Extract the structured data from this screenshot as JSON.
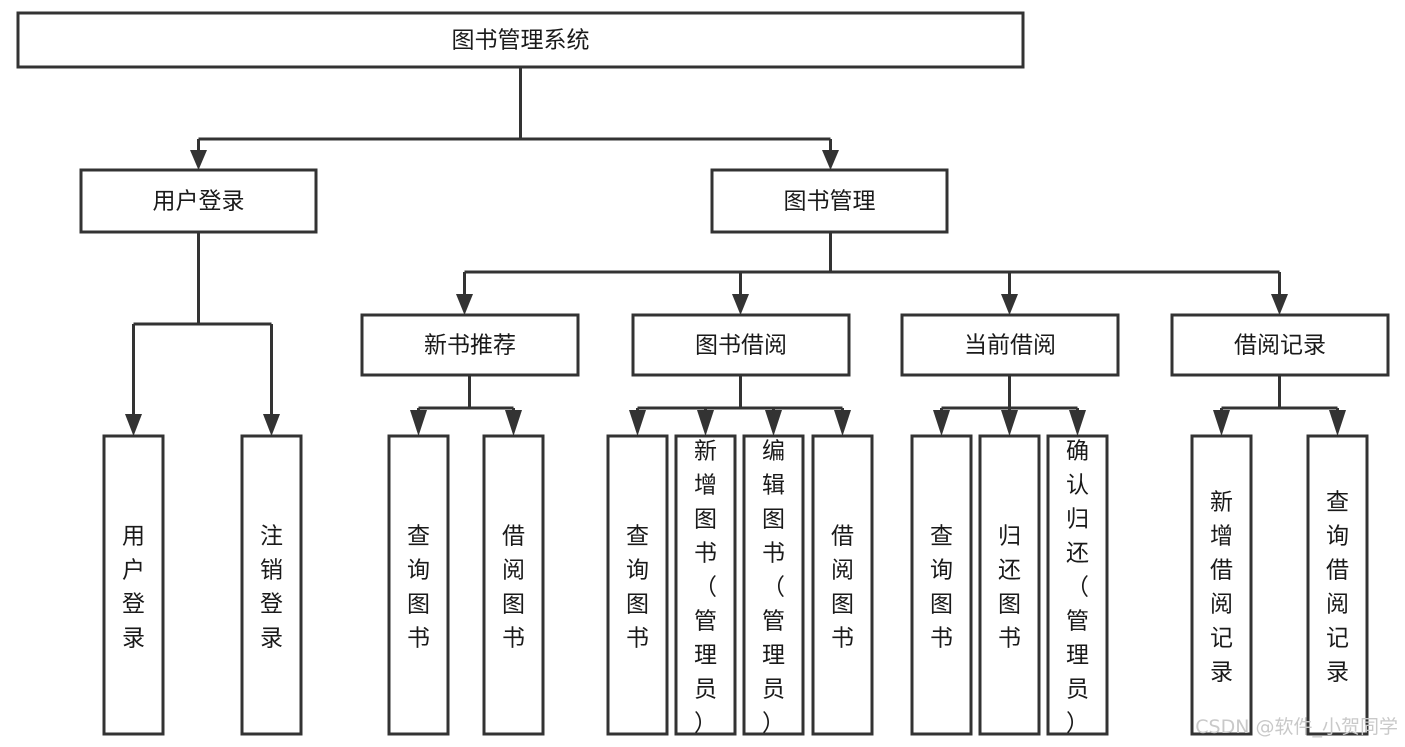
{
  "diagram": {
    "type": "tree",
    "title": "图书管理系统",
    "root": {
      "id": "root",
      "label": "图书管理系统",
      "orientation": "horizontal"
    },
    "level2": [
      {
        "id": "user-login",
        "label": "用户登录",
        "orientation": "horizontal"
      },
      {
        "id": "book-manage",
        "label": "图书管理",
        "orientation": "horizontal"
      }
    ],
    "level3": [
      {
        "id": "new-book-rec",
        "label": "新书推荐",
        "parent": "book-manage",
        "orientation": "horizontal"
      },
      {
        "id": "book-borrow",
        "label": "图书借阅",
        "parent": "book-manage",
        "orientation": "horizontal"
      },
      {
        "id": "current-borrow",
        "label": "当前借阅",
        "parent": "book-manage",
        "orientation": "horizontal"
      },
      {
        "id": "borrow-record",
        "label": "借阅记录",
        "parent": "book-manage",
        "orientation": "horizontal"
      }
    ],
    "leaves": [
      {
        "id": "leaf-user-login",
        "label": "用户登录",
        "parent": "user-login",
        "orientation": "vertical"
      },
      {
        "id": "leaf-user-logout",
        "label": "注销登录",
        "parent": "user-login",
        "orientation": "vertical"
      },
      {
        "id": "leaf-query-book-1",
        "label": "查询图书",
        "parent": "new-book-rec",
        "orientation": "vertical"
      },
      {
        "id": "leaf-borrow-book-1",
        "label": "借阅图书",
        "parent": "new-book-rec",
        "orientation": "vertical"
      },
      {
        "id": "leaf-query-book-2",
        "label": "查询图书",
        "parent": "book-borrow",
        "orientation": "vertical"
      },
      {
        "id": "leaf-add-book",
        "label": "新增图书（管理员）",
        "parent": "book-borrow",
        "orientation": "vertical"
      },
      {
        "id": "leaf-edit-book",
        "label": "编辑图书（管理员）",
        "parent": "book-borrow",
        "orientation": "vertical"
      },
      {
        "id": "leaf-borrow-book-2",
        "label": "借阅图书",
        "parent": "book-borrow",
        "orientation": "vertical"
      },
      {
        "id": "leaf-query-book-3",
        "label": "查询图书",
        "parent": "current-borrow",
        "orientation": "vertical"
      },
      {
        "id": "leaf-return-book",
        "label": "归还图书",
        "parent": "current-borrow",
        "orientation": "vertical"
      },
      {
        "id": "leaf-confirm-return",
        "label": "确认归还（管理员）",
        "parent": "current-borrow",
        "orientation": "vertical"
      },
      {
        "id": "leaf-add-record",
        "label": "新增借阅记录",
        "parent": "borrow-record",
        "orientation": "vertical"
      },
      {
        "id": "leaf-query-record",
        "label": "查询借阅记录",
        "parent": "borrow-record",
        "orientation": "vertical"
      }
    ],
    "colors": {
      "stroke": "#333333",
      "fill": "#ffffff",
      "text": "#1a1a1a",
      "watermark": "#c9c9c9",
      "background": "#ffffff"
    }
  },
  "watermark": {
    "text": "CSDN @软件_小贺同学"
  }
}
